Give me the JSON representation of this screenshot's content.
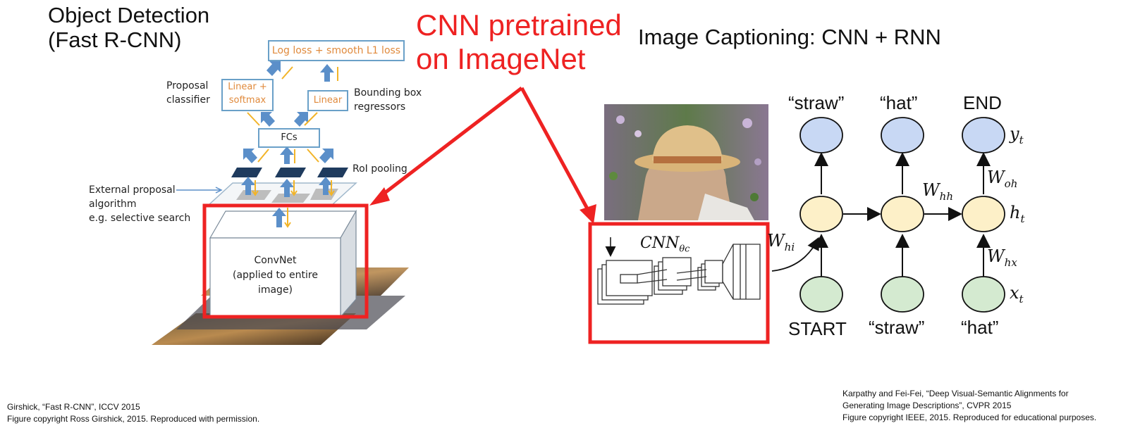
{
  "left": {
    "title_line1": "Object Detection",
    "title_line2": "(Fast R-CNN)",
    "top_box": "Log loss + smooth L1 loss",
    "linear_softmax_line1": "Linear +",
    "linear_softmax_line2": "softmax",
    "linear_box": "Linear",
    "fcs": "FCs",
    "proposal_classifier_line1": "Proposal",
    "proposal_classifier_line2": "classifier",
    "bbox_regressors_line1": "Bounding box",
    "bbox_regressors_line2": "regressors",
    "roi_pooling": "RoI pooling",
    "external_line1": "External proposal",
    "external_line2": "algorithm",
    "external_line3": "e.g. selective search",
    "convnet_line1": "ConvNet",
    "convnet_line2": "(applied to entire",
    "convnet_line3": "image)"
  },
  "center": {
    "line1": "CNN pretrained",
    "line2": "on ImageNet",
    "accent_color": "#ee2222"
  },
  "right": {
    "title": "Image Captioning: CNN + RNN",
    "output_words": [
      "“straw”",
      "“hat”",
      "END"
    ],
    "input_words": [
      "START",
      "“straw”",
      "“hat”"
    ],
    "cnn_label": "CNN",
    "cnn_subscript": "θc",
    "y_t": "y",
    "y_sub": "t",
    "h_t": "h",
    "h_sub": "t",
    "x_t": "x",
    "x_sub": "t",
    "w_hh": "W",
    "w_hh_sub": "hh",
    "w_oh": "W",
    "w_oh_sub": "oh",
    "w_hx": "W",
    "w_hx_sub": "hx",
    "w_hi": "W",
    "w_hi_sub": "hi"
  },
  "footer": {
    "left_line1": "Girshick, “Fast R-CNN”, ICCV 2015",
    "left_line2": "Figure copyright Ross Girshick, 2015. Reproduced with permission.",
    "right_line1": "Karpathy and Fei-Fei, “Deep Visual-Semantic Alignments for",
    "right_line2": "Generating Image Descriptions”, CVPR 2015",
    "right_line3": "Figure copyright IEEE, 2015. Reproduced for educational purposes."
  },
  "colors": {
    "box_border": "#6aa0c8",
    "arrow_blue": "#5b8fc9",
    "arrow_yellow": "#f2b428",
    "orange_text": "#e08a3c",
    "node_blue": "#c8d8f4",
    "node_yellow": "#fdf0c8",
    "node_green": "#d4ead0"
  }
}
